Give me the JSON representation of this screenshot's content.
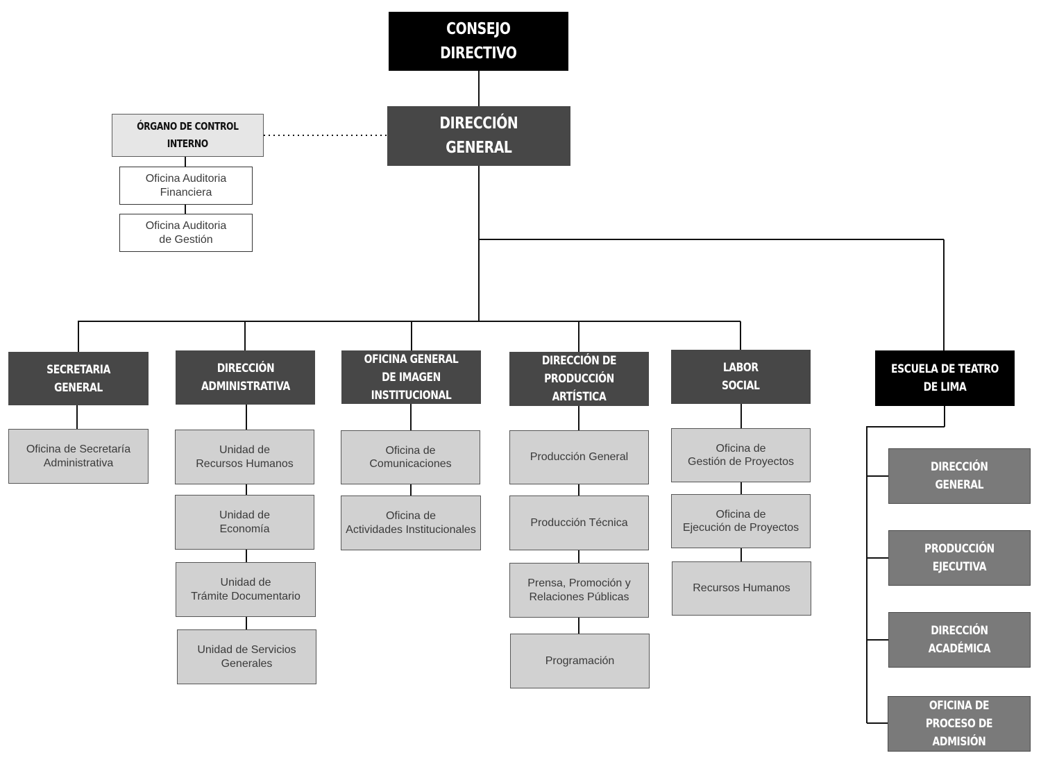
{
  "top": {
    "consejo": "CONSEJO\nDIRECTIVO",
    "direccion_general": "DIRECCIÓN\nGENERAL"
  },
  "control": {
    "title": "ÓRGANO DE CONTROL\nINTERNO",
    "items": [
      "Oficina Auditoria\nFinanciera",
      "Oficina Auditoria\nde Gestión"
    ]
  },
  "branches": [
    {
      "title": "SECRETARIA\nGENERAL",
      "items": [
        "Oficina de Secretaría\nAdministrativa"
      ]
    },
    {
      "title": "DIRECCIÓN\nADMINISTRATIVA",
      "items": [
        "Unidad de\nRecursos Humanos",
        "Unidad de\nEconomía",
        "Unidad de\nTrámite Documentario",
        "Unidad de Servicios\nGenerales"
      ]
    },
    {
      "title": "OFICINA GENERAL\nDE IMAGEN INSTITUCIONAL",
      "items": [
        "Oficina de\nComunicaciones",
        "Oficina de\nActividades Institucionales"
      ]
    },
    {
      "title": "DIRECCIÓN DE\nPRODUCCIÓN ARTÍSTICA",
      "items": [
        "Producción General",
        "Producción Técnica",
        "Prensa, Promoción y\nRelaciones Públicas",
        "Programación"
      ]
    },
    {
      "title": "LABOR\nSOCIAL",
      "items": [
        "Oficina de\nGestión de Proyectos",
        "Oficina de\nEjecución de Proyectos",
        "Recursos Humanos"
      ]
    }
  ],
  "escuela": {
    "title": "ESCUELA DE TEATRO\nDE LIMA",
    "items": [
      "DIRECCIÓN\nGENERAL",
      "PRODUCCIÓN\nEJECUTIVA",
      "DIRECCIÓN\nACADÉMICA",
      "OFICINA DE\nPROCESO DE ADMISIÓN"
    ]
  },
  "colors": {
    "black": "#000000",
    "dark_gray": "#474747",
    "mid_gray": "#7a7a7a",
    "light_gray": "#d1d1d1",
    "line": "#111111"
  }
}
